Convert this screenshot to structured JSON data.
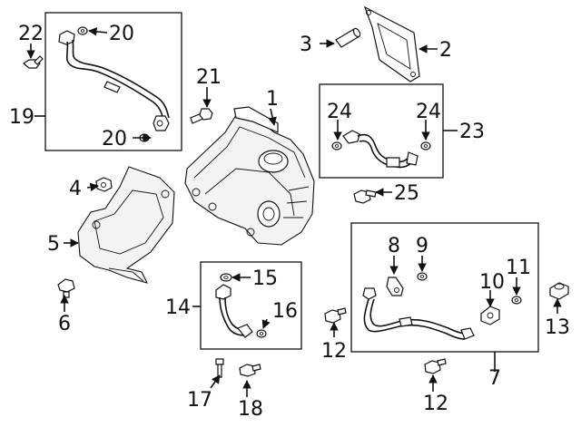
{
  "diagram": {
    "callouts": {
      "c1": "1",
      "c2": "2",
      "c3": "3",
      "c4": "4",
      "c5": "5",
      "c6": "6",
      "c7": "7",
      "c8": "8",
      "c9": "9",
      "c10": "10",
      "c11": "11",
      "c12a": "12",
      "c12b": "12",
      "c13": "13",
      "c14": "14",
      "c15": "15",
      "c16": "16",
      "c17": "17",
      "c18": "18",
      "c19": "19",
      "c20a": "20",
      "c20b": "20",
      "c21": "21",
      "c22": "22",
      "c23": "23",
      "c24a": "24",
      "c24b": "24",
      "c25": "25"
    }
  }
}
